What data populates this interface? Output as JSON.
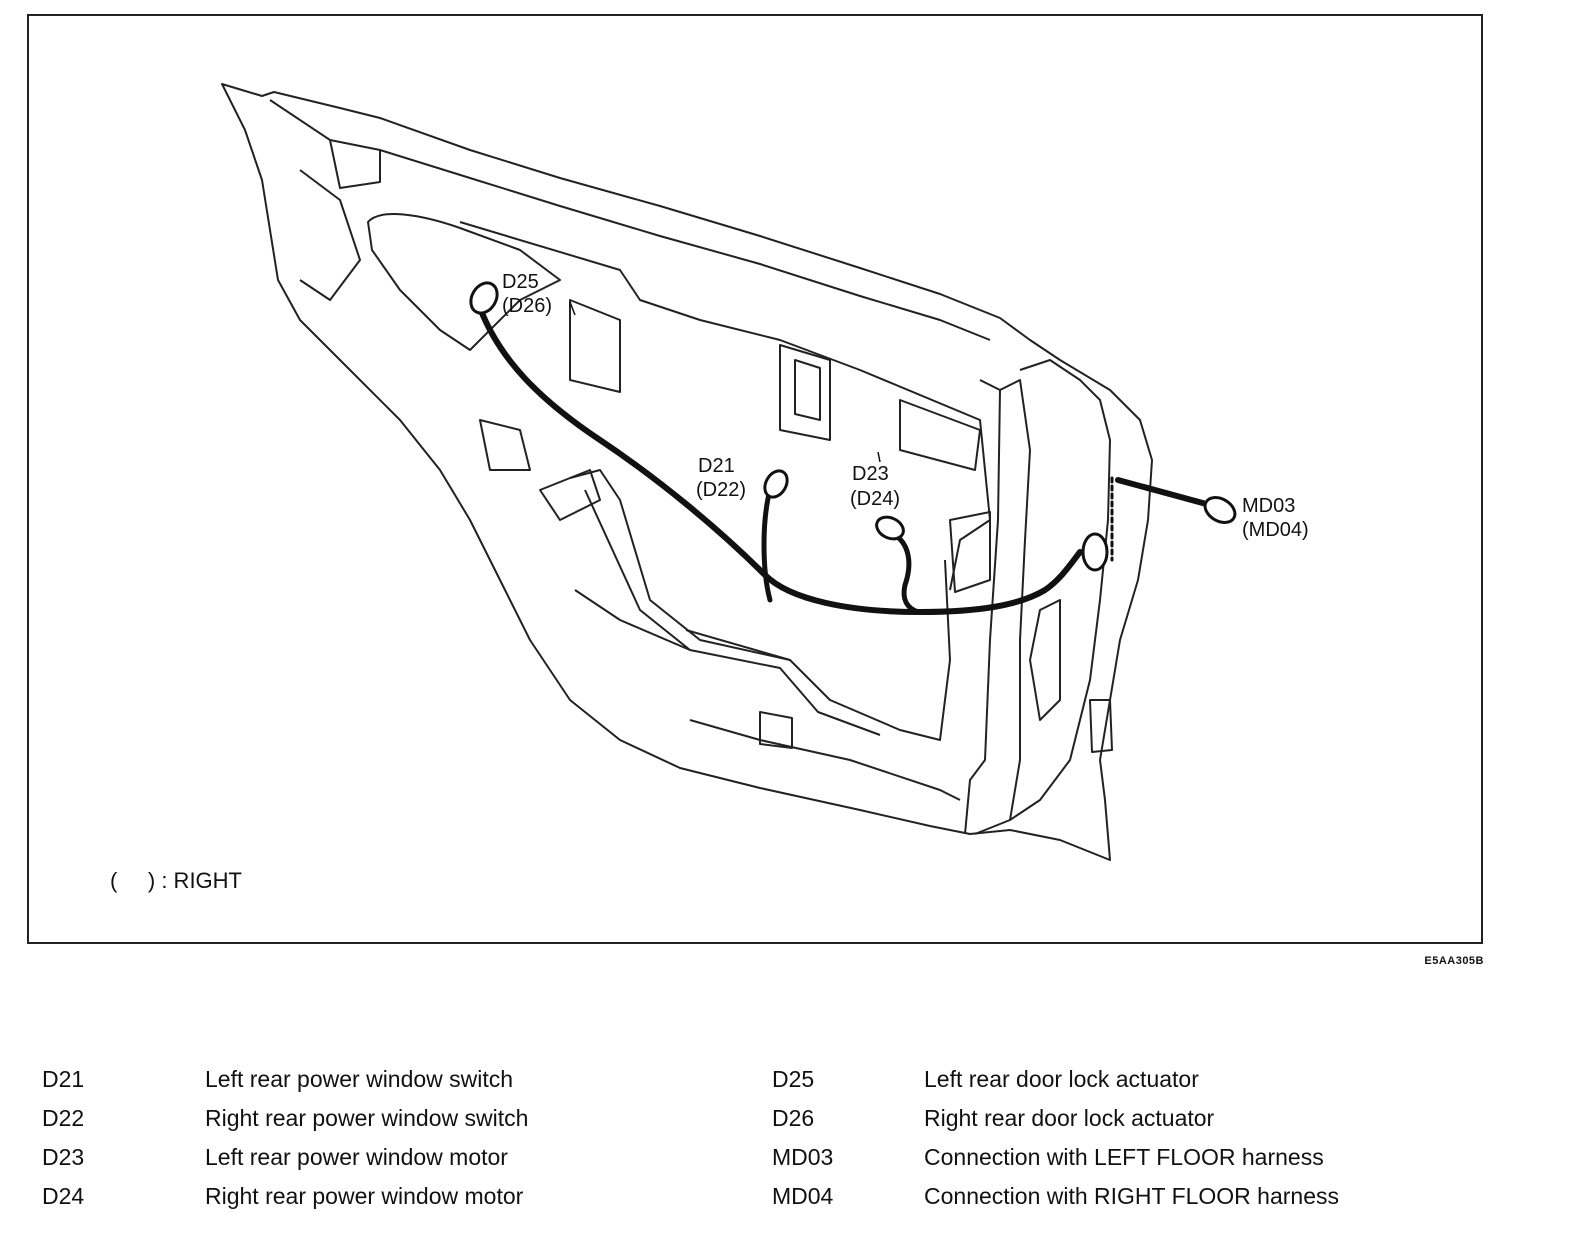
{
  "figure": {
    "code": "E5AA305B",
    "note_paren": "(     ) : RIGHT"
  },
  "callouts": {
    "d25": "D25",
    "d26": "(D26)",
    "d21": "D21",
    "d22": "(D22)",
    "d23": "D23",
    "d24": "(D24)",
    "md03": "MD03",
    "md04": "(MD04)"
  },
  "legend": {
    "left": [
      {
        "code": "D21",
        "desc": "Left rear power window switch"
      },
      {
        "code": "D22",
        "desc": "Right rear power window switch"
      },
      {
        "code": "D23",
        "desc": "Left rear power window motor"
      },
      {
        "code": "D24",
        "desc": "Right rear power window motor"
      }
    ],
    "right": [
      {
        "code": "D25",
        "desc": "Left rear door lock actuator"
      },
      {
        "code": "D26",
        "desc": "Right rear door lock actuator"
      },
      {
        "code": "MD03",
        "desc": "Connection with LEFT FLOOR harness"
      },
      {
        "code": "MD04",
        "desc": "Connection with RIGHT FLOOR harness"
      }
    ]
  },
  "colors": {
    "line": "#222222",
    "harness": "#111111"
  }
}
